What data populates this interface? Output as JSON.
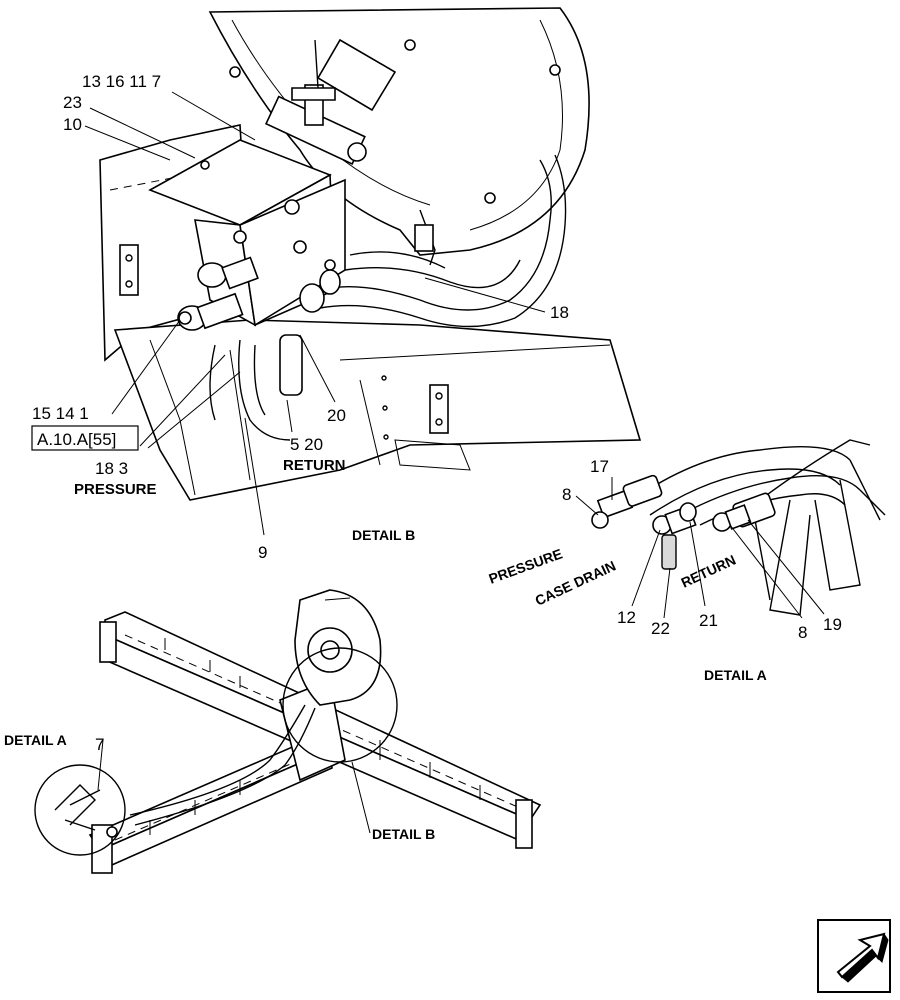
{
  "callouts": {
    "c_13_16_11_7": "13 16 11 7",
    "c_23": "23",
    "c_10": "10",
    "c_18_top": "18",
    "c_15_14_1": "15 14  1",
    "c_ref": "A.10.A[55]",
    "c_18_3": "18 3",
    "c_20_a": "20",
    "c_5_20": "5  20",
    "c_9": "9",
    "c_17": "17",
    "c_8_left": "8",
    "c_12": "12",
    "c_22": "22",
    "c_21": "21",
    "c_8_right": "8",
    "c_19": "19",
    "c_7_overview": "7"
  },
  "labels": {
    "return_b": "RETURN",
    "pressure_b": "PRESSURE",
    "detail_b_title": "DETAIL B",
    "pressure_a": "PRESSURE",
    "case_drain_a": "CASE DRAIN",
    "return_a": "RETURN",
    "detail_a_title": "DETAIL A",
    "detail_a_overview": "DETAIL A",
    "detail_b_overview": "DETAIL B"
  },
  "nav": {
    "icon": "next-page-arrow-icon"
  }
}
